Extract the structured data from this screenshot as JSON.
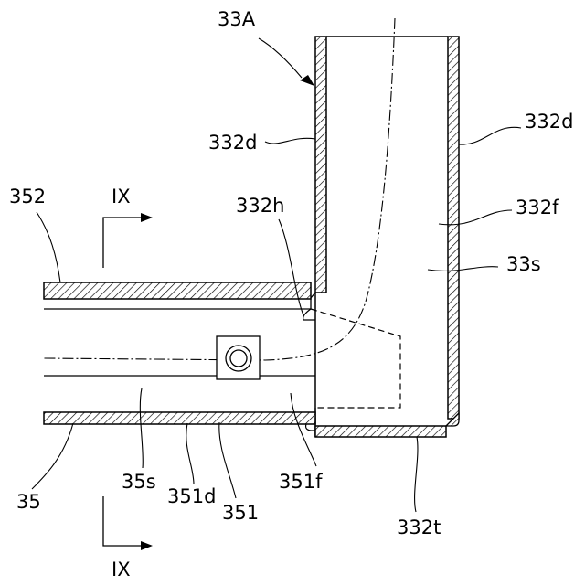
{
  "labels": {
    "assembly": "33A",
    "wall_left": "332d",
    "wall_right": "332d",
    "ref_352": "352",
    "section_mark_top": "IX",
    "hole": "332h",
    "flow_space_right": "332f",
    "space_33s": "33s",
    "ref_35": "35",
    "ref_35s": "35s",
    "ref_351d": "351d",
    "ref_351": "351",
    "ref_351f": "351f",
    "bottom_332t": "332t",
    "section_mark_bottom": "IX"
  }
}
